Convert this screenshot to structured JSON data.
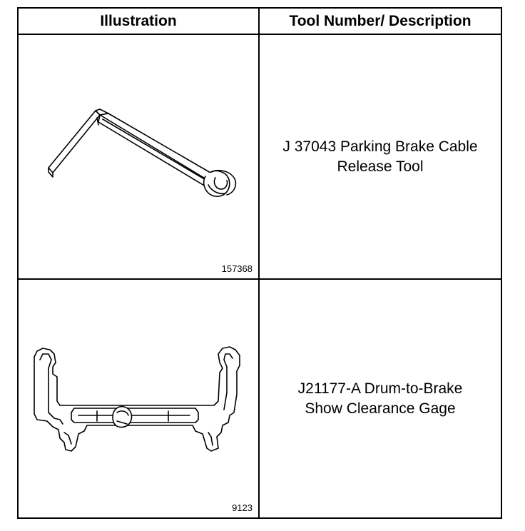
{
  "table": {
    "headers": {
      "illustration": "Illustration",
      "description": "Tool Number/ Description"
    },
    "rows": [
      {
        "figure_number": "157368",
        "description_line1": "J 37043 Parking Brake Cable",
        "description_line2": "Release Tool",
        "icon": "parking-brake-cable-release-tool-icon"
      },
      {
        "figure_number": "9123",
        "description_line1": "J21177-A Drum-to-Brake",
        "description_line2": "Show Clearance Gage",
        "icon": "drum-to-brake-clearance-gage-icon"
      }
    ]
  }
}
